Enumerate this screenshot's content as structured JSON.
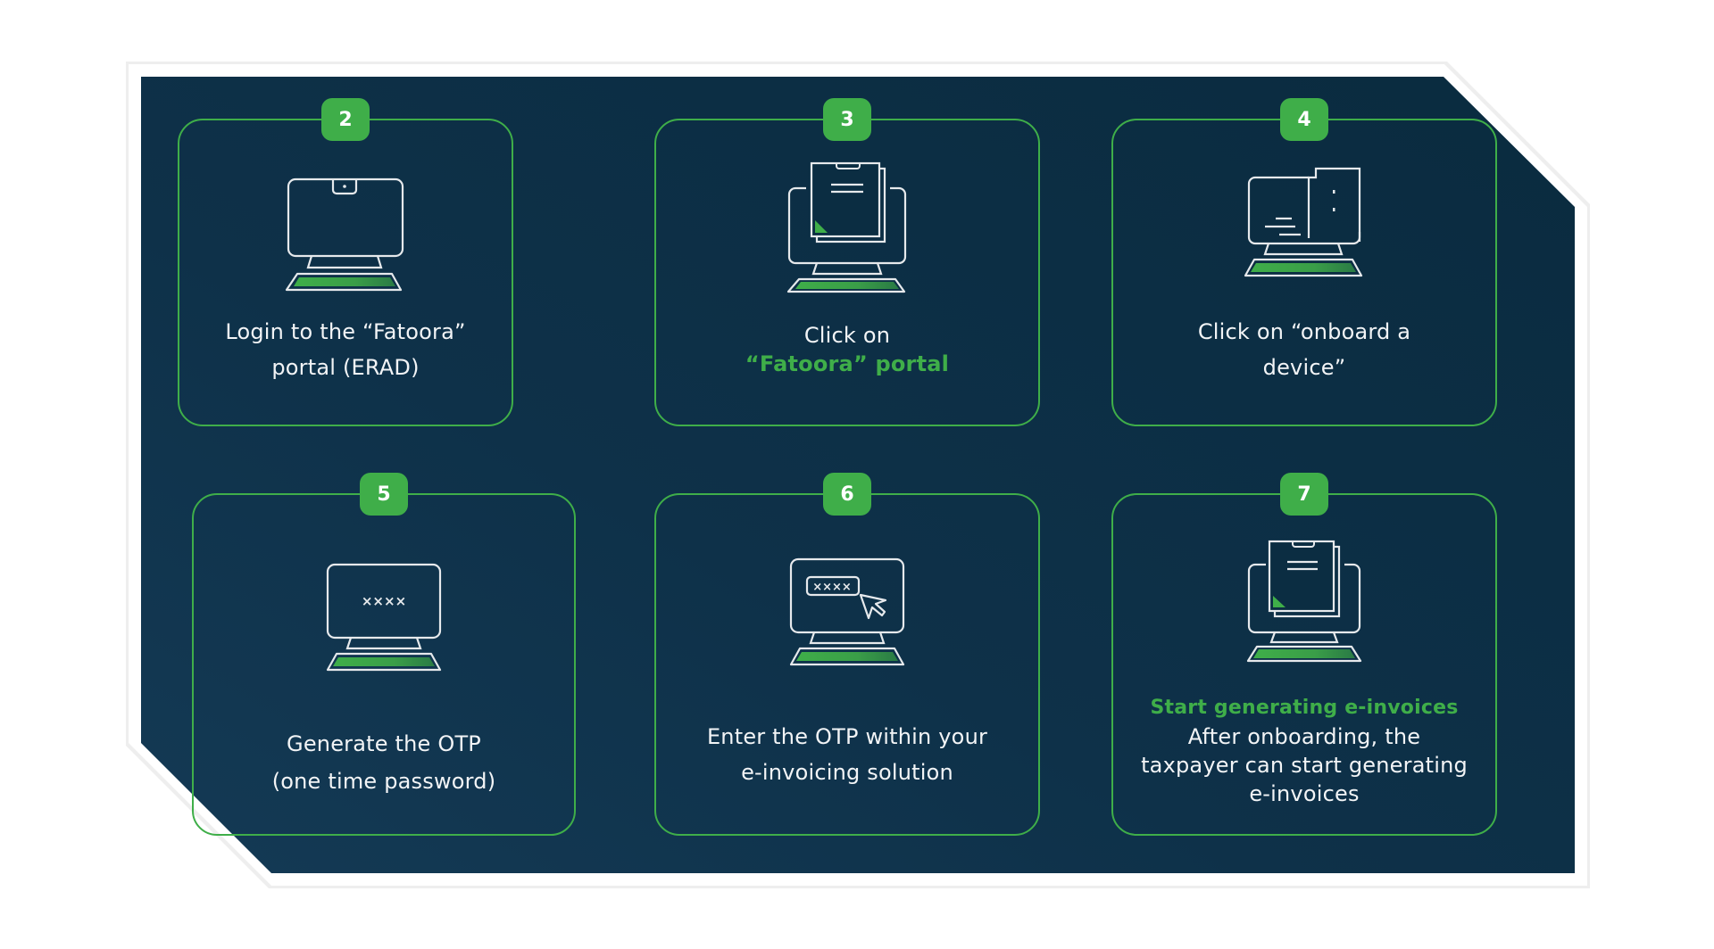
{
  "colors": {
    "accent": "#3fae49",
    "panel": "#0b2d42",
    "text": "#f2f4f6"
  },
  "steps": [
    {
      "number": "2",
      "icon": "monitor-webcam-icon",
      "lines": [
        {
          "text": "Login to the “Fatoora”",
          "highlight": false
        },
        {
          "text": "portal (ERAD)",
          "highlight": false
        }
      ]
    },
    {
      "number": "3",
      "icon": "monitor-document-icon",
      "lines": [
        {
          "text": "Click on",
          "highlight": false
        },
        {
          "text": "“Fatoora” portal",
          "highlight": true
        }
      ]
    },
    {
      "number": "4",
      "icon": "monitor-onboard-device-icon",
      "lines": [
        {
          "text": "Click on “onboard a",
          "highlight": false
        },
        {
          "text": "device”",
          "highlight": false
        }
      ]
    },
    {
      "number": "5",
      "icon": "monitor-otp-icon",
      "otp_mask": "××××",
      "lines": [
        {
          "text": "Generate the OTP",
          "highlight": false
        },
        {
          "text": "(one time password)",
          "highlight": false
        }
      ]
    },
    {
      "number": "6",
      "icon": "monitor-otp-entry-icon",
      "otp_mask": "××××",
      "lines": [
        {
          "text": "Enter the OTP within your",
          "highlight": false
        },
        {
          "text": "e-invoicing solution",
          "highlight": false
        }
      ]
    },
    {
      "number": "7",
      "icon": "monitor-document-icon",
      "lines": [
        {
          "text": "Start generating e-invoices",
          "highlight": true
        },
        {
          "text": "After onboarding, the",
          "highlight": false
        },
        {
          "text": "taxpayer can start generating",
          "highlight": false
        },
        {
          "text": "e-invoices",
          "highlight": false
        }
      ]
    }
  ]
}
